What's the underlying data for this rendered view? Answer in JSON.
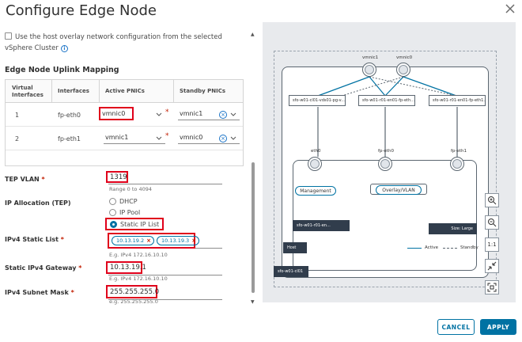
{
  "dialog": {
    "title": "Configure Edge Node"
  },
  "form": {
    "overlay_checkbox_label": "Use the host overlay network configuration from the selected vSphere Cluster",
    "uplink_section_title": "Edge Node Uplink Mapping",
    "grid_headers": [
      "Virtual Interfaces",
      "Interfaces",
      "Active PNICs",
      "Standby PNICs"
    ],
    "rows": [
      {
        "vif": "1",
        "iface": "fp-eth0",
        "active": "vmnic0",
        "standby": "vmnic1"
      },
      {
        "vif": "2",
        "iface": "fp-eth1",
        "active": "vmnic1",
        "standby": "vmnic0"
      }
    ],
    "tep_vlan": {
      "label": "TEP VLAN",
      "value": "1319",
      "hint": "Range 0 to 4094"
    },
    "ip_allocation": {
      "label": "IP Allocation (TEP)",
      "options": [
        "DHCP",
        "IP Pool",
        "Static IP List"
      ],
      "selected": "Static IP List"
    },
    "ipv4_static_list": {
      "label": "IPv4 Static List",
      "chips": [
        "10.13.19.2",
        "10.13.19.3"
      ],
      "hint": "E.g. IPv4 172.16.10.10"
    },
    "gateway": {
      "label": "Static IPv4 Gateway",
      "value": "10.13.19.1",
      "hint": "E.g. IPv4 172.16.10.10"
    },
    "subnet": {
      "label": "IPv4 Subnet Mask",
      "value": "255.255.255.0",
      "hint": "e.g. 255.255.255.0"
    }
  },
  "topology": {
    "vmnics": [
      "vmnic1",
      "vmnic0"
    ],
    "segments": [
      "sfo-w01-cl01-vds01-pg-v...",
      "sfo-w01-r01-en01-fp-eth...",
      "sfo-w01-r01-en01-fp-eth1..."
    ],
    "node_ifaces": [
      "eth0",
      "fp-eth0",
      "fp-eth1"
    ],
    "management_label": "Management",
    "overlay_label": "Overlay/VLAN",
    "node_name": "sfo-w01-r01-en...",
    "node_size": "Size: Large",
    "host_label": "Host",
    "cluster_label": "sfo-w01-cl01",
    "legend_active": "Active",
    "legend_standby": "Standby",
    "zoom_reset": "1:1"
  },
  "footer": {
    "cancel": "CANCEL",
    "apply": "APPLY"
  },
  "colors": {
    "accent": "#0072a3",
    "highlight": "#e0001b",
    "required": "#c21d00"
  }
}
